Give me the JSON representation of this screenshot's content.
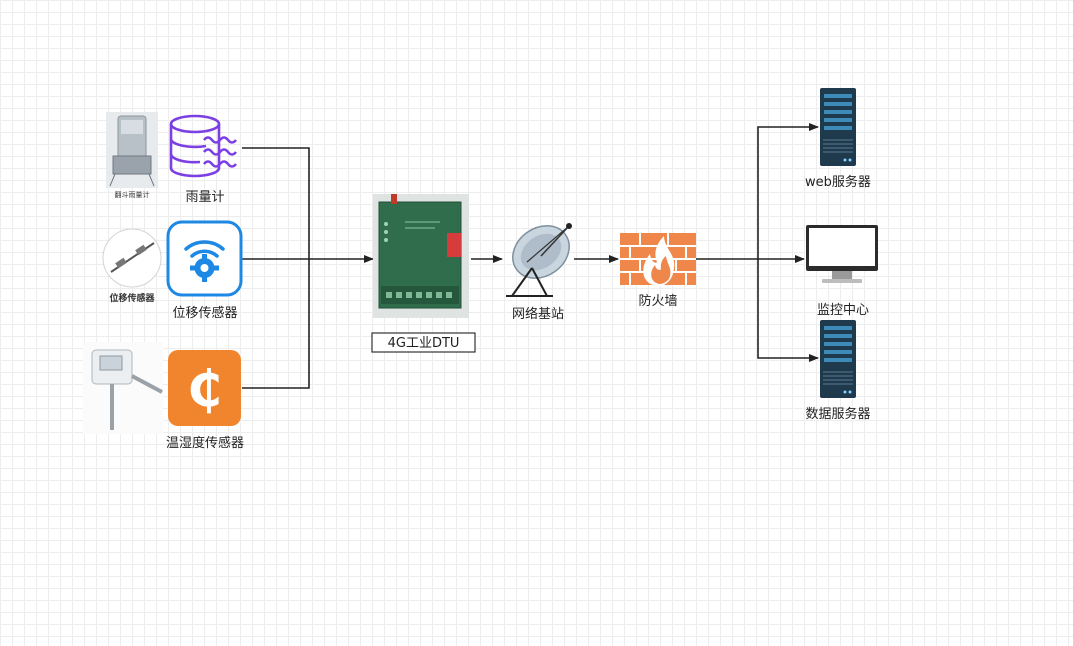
{
  "nodes": {
    "rain_gauge": {
      "label": "雨量计",
      "photo_caption": "翻斗雨量计"
    },
    "displacement_sensor": {
      "label": "位移传感器",
      "photo_caption": "位移传感器"
    },
    "temp_humidity_sensor": {
      "label": "温湿度传感器",
      "icon_symbol": "₵"
    },
    "dtu": {
      "label": "4G工业DTU"
    },
    "base_station": {
      "label": "网络基站"
    },
    "firewall": {
      "label": "防火墙"
    },
    "web_server": {
      "label": "web服务器"
    },
    "monitor_center": {
      "label": "监控中心"
    },
    "data_server": {
      "label": "数据服务器"
    }
  },
  "icons": {
    "rain_gauge": "database-waves-icon",
    "displacement_sensor": "wifi-gear-icon",
    "temp_humidity_sensor": "cent-coin-icon",
    "base_station": "satellite-dish-icon",
    "firewall": "firewall-icon",
    "server": "server-rack-icon",
    "monitor": "desktop-monitor-icon"
  },
  "colors": {
    "rain_gauge_icon": "#7b3fe4",
    "displacement_icon": "#1e88e5",
    "temp_icon": "#f0852d",
    "firewall": "#f0874a",
    "server": "#1f3a4d",
    "connector": "#222222"
  }
}
